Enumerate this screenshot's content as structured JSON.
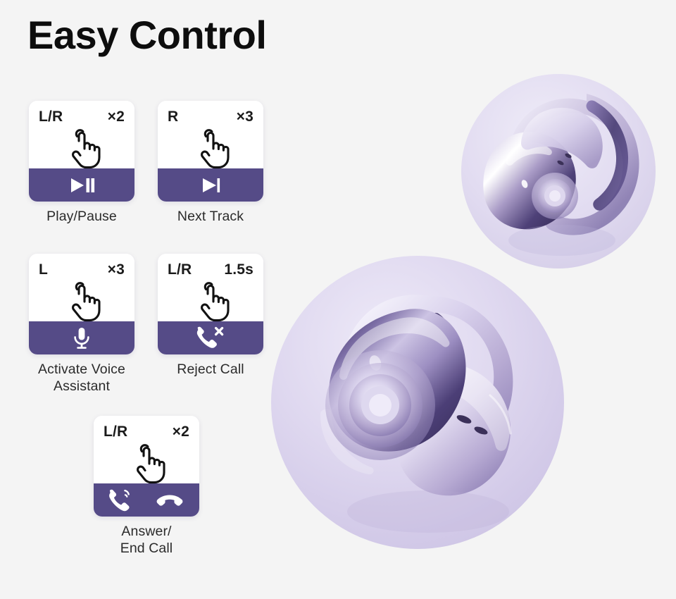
{
  "page": {
    "title": "Easy Control",
    "background_color": "#f4f4f4",
    "accent_color": "#554b87",
    "title_color": "#0d0d0d"
  },
  "controls": [
    {
      "id": "play-pause",
      "side": "L/R",
      "count": "×2",
      "gesture_icon": "tap-hand-icon",
      "action_icons": [
        "play-pause-icon"
      ],
      "label": "Play/Pause"
    },
    {
      "id": "next-track",
      "side": "R",
      "count": "×3",
      "gesture_icon": "tap-hand-icon",
      "action_icons": [
        "next-track-icon"
      ],
      "label": "Next Track"
    },
    {
      "id": "voice-assistant",
      "side": "L",
      "count": "×3",
      "gesture_icon": "tap-hand-icon",
      "action_icons": [
        "microphone-icon"
      ],
      "label": "Activate Voice\nAssistant"
    },
    {
      "id": "reject-call",
      "side": "L/R",
      "count": "1.5s",
      "gesture_icon": "tap-hand-icon",
      "action_icons": [
        "phone-reject-icon"
      ],
      "label": "Reject Call"
    },
    {
      "id": "answer-end-call",
      "side": "L/R",
      "count": "×2",
      "gesture_icon": "tap-hand-icon",
      "action_icons": [
        "phone-ringing-icon",
        "phone-hangup-icon"
      ],
      "label": "Answer/\nEnd Call"
    }
  ],
  "product_images": [
    {
      "id": "earbud-small",
      "name": "open-ear-clip-earbud-back-view",
      "backdrop_color": "#ded8ef",
      "body_color": "#b7abd4",
      "highlight_color": "#ffffff",
      "shadow_color": "#4b3f73"
    },
    {
      "id": "earbud-large",
      "name": "open-ear-clip-earbud-front-view",
      "backdrop_color": "#d8d2ec",
      "body_color": "#bdb2d9",
      "highlight_color": "#ffffff",
      "shadow_color": "#453a6b"
    }
  ]
}
